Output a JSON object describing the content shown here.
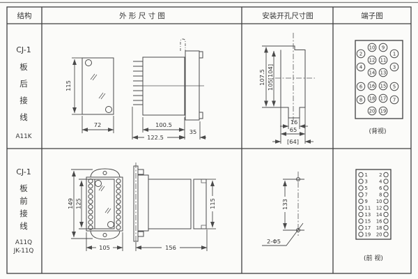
{
  "header": {
    "structure": "结构",
    "outline": "外 形 尺 寸 图",
    "mounting": "安装开孔尺寸图",
    "terminal": "端子图"
  },
  "row1": {
    "structure": {
      "model": "CJ-1",
      "w1": "板",
      "w2": "后",
      "w3": "接",
      "w4": "线",
      "code": "A11K"
    },
    "outline": {
      "front_height": "115",
      "front_width": "72",
      "body_depth": "100.5",
      "flange_depth": "35",
      "total_depth": "122.5"
    },
    "mounting": {
      "outer_height": "107.5",
      "inner_height": "105[104]",
      "notch_width": "16",
      "cutout_width": "65",
      "cutout_width_alt": "[64]"
    },
    "terminal": {
      "view": "(背视)",
      "outer_left": [
        "2",
        "4",
        "6",
        "8"
      ],
      "inner_left": [
        "10",
        "12",
        "14",
        "16",
        "18",
        "20"
      ],
      "inner_right": [
        "9",
        "11",
        "13",
        "15",
        "17",
        "19"
      ],
      "outer_right": [
        "1",
        "3",
        "5",
        "7"
      ]
    }
  },
  "row2": {
    "structure": {
      "model": "CJ-1",
      "w1": "板",
      "w2": "前",
      "w3": "接",
      "w4": "线",
      "code": "A11Q",
      "code2": "JK-11Q"
    },
    "outline": {
      "front_outer_height": "149",
      "front_inner_height": "125",
      "front_width": "105",
      "total_depth": "156",
      "body_height": "115"
    },
    "mounting": {
      "hole_spacing": "133",
      "holes": "2-Φ5"
    },
    "terminal": {
      "view": "(前 视)",
      "left": [
        "1",
        "3",
        "5",
        "7",
        "9",
        "11",
        "13",
        "15",
        "17",
        "19"
      ],
      "right": [
        "2",
        "4",
        "6",
        "8",
        "10",
        "12",
        "14",
        "16",
        "18",
        "20"
      ]
    }
  },
  "colors": {
    "line": "#4a4a4a",
    "text": "#333333",
    "background": "#fbfbf9"
  }
}
